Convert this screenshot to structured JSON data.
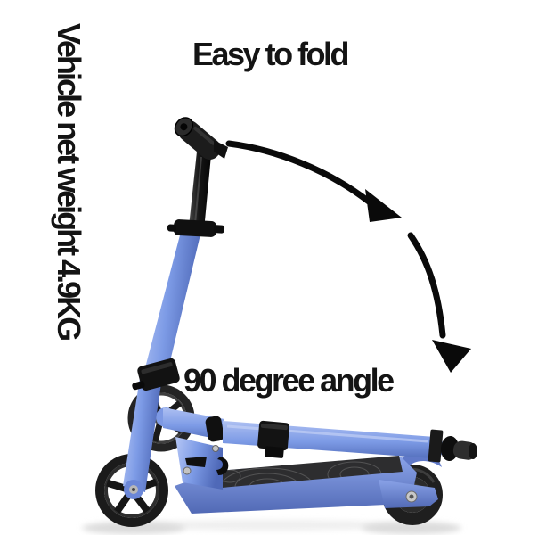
{
  "image": {
    "subject": "blue folding kick scooter shown folded flat, side view",
    "state": "folded"
  },
  "captions": {
    "top": "Easy to fold",
    "left_vertical": "Vehicle net weight 4.9KG",
    "angle": "90 degree angle"
  },
  "icons": {
    "fold_arrow": "clockwise curved arrow in two segments showing 90 degree folding motion of the handlebar stem"
  },
  "colors": {
    "background": "#ffffff",
    "text": "#141414",
    "arrow": "#0a0a0a",
    "scooter_blue": "#7d9be6",
    "scooter_blue_light": "#aec0f2",
    "scooter_blue_dark": "#5570bd",
    "black_parts": "#151515",
    "tire": "#1f1f1f",
    "grip_tape": "#2d2d2f",
    "shadow": "#dcdcdc"
  }
}
